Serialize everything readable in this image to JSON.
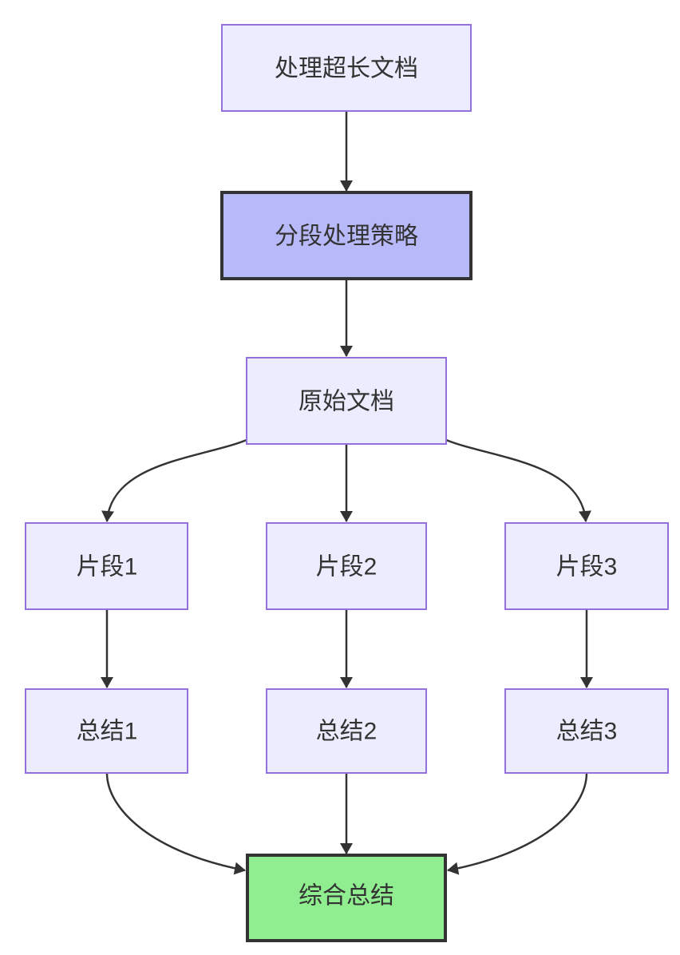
{
  "diagram": {
    "type": "flowchart-top-down",
    "colors": {
      "background": "#ffffff",
      "node_fill": "#ECECFF",
      "node_border": "#9370DB",
      "highlight_fill": "#b8b9f8",
      "highlight_border": "#333333",
      "result_fill": "#90EE90",
      "result_border": "#333333",
      "edge": "#333333",
      "text": "#333333"
    },
    "nodes": [
      {
        "id": "A",
        "label": "处理超长文档",
        "style": "default"
      },
      {
        "id": "B",
        "label": "分段处理策略",
        "style": "highlight"
      },
      {
        "id": "C",
        "label": "原始文档",
        "style": "default"
      },
      {
        "id": "F1",
        "label": "片段1",
        "style": "default"
      },
      {
        "id": "F2",
        "label": "片段2",
        "style": "default"
      },
      {
        "id": "F3",
        "label": "片段3",
        "style": "default"
      },
      {
        "id": "S1",
        "label": "总结1",
        "style": "default"
      },
      {
        "id": "S2",
        "label": "总结2",
        "style": "default"
      },
      {
        "id": "S3",
        "label": "总结3",
        "style": "default"
      },
      {
        "id": "D",
        "label": "综合总结",
        "style": "result"
      }
    ],
    "edges": [
      {
        "from": "A",
        "to": "B"
      },
      {
        "from": "B",
        "to": "C"
      },
      {
        "from": "C",
        "to": "F1"
      },
      {
        "from": "C",
        "to": "F2"
      },
      {
        "from": "C",
        "to": "F3"
      },
      {
        "from": "F1",
        "to": "S1"
      },
      {
        "from": "F2",
        "to": "S2"
      },
      {
        "from": "F3",
        "to": "S3"
      },
      {
        "from": "S1",
        "to": "D"
      },
      {
        "from": "S2",
        "to": "D"
      },
      {
        "from": "S3",
        "to": "D"
      }
    ]
  }
}
